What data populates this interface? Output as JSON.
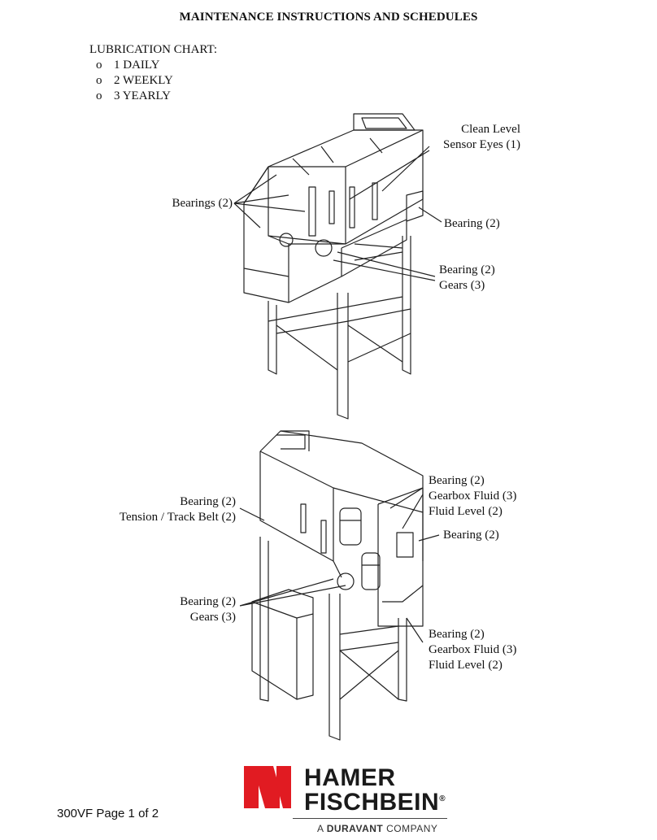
{
  "title": "MAINTENANCE INSTRUCTIONS AND SCHEDULES",
  "lubrication": {
    "heading": "LUBRICATION CHART:",
    "bullet": "o",
    "items": [
      "1 DAILY",
      "2 WEEKLY",
      "3 YEARLY"
    ]
  },
  "top_view": {
    "callout_sensor": [
      "Clean Level",
      "Sensor Eyes (1)"
    ],
    "callout_bearings_left": "Bearings (2)",
    "callout_bearing_right": "Bearing (2)",
    "callout_bearing_gears": [
      "Bearing (2)",
      "Gears (3)"
    ]
  },
  "bottom_view": {
    "callout_top_right": [
      "Bearing (2)",
      "Gearbox Fluid (3)",
      "Fluid Level (2)"
    ],
    "callout_left": [
      "Bearing (2)",
      "Tension / Track Belt  (2)"
    ],
    "callout_right_mid": "Bearing (2)",
    "callout_left_low": [
      "Bearing (2)",
      "Gears (3)"
    ],
    "callout_bottom_right": [
      "Bearing (2)",
      "Gearbox Fluid (3)",
      "Fluid Level (2)"
    ]
  },
  "footer": {
    "page_label": "300VF Page 1 of 2",
    "logo_line1": "HAMER",
    "logo_line2": "FISCHBEIN",
    "logo_registered": "®",
    "logo_tag_prefix": "A ",
    "logo_tag_brand": "DURAVANT",
    "logo_tag_suffix": " COMPANY",
    "logo_color": "#e11b22"
  }
}
